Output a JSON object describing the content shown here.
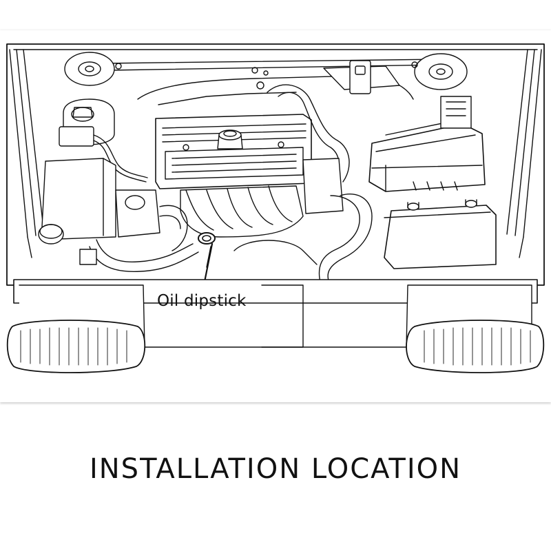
{
  "figure": {
    "callout": {
      "label": "Oil dipstick"
    }
  },
  "caption": "INSTALLATION LOCATION",
  "colors": {
    "line": "#111111",
    "background": "#ffffff"
  },
  "icons": [
    "engine-bay-drawing"
  ]
}
